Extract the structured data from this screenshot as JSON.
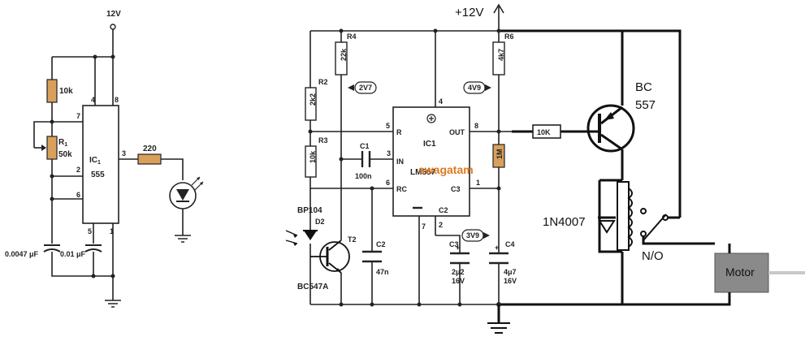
{
  "left_circuit": {
    "supply": "12V",
    "ic_name": "IC",
    "ic_sub": "1",
    "ic_part": "555",
    "pins": {
      "p4": "4",
      "p8": "8",
      "p7": "7",
      "p2": "2",
      "p6": "6",
      "p5": "5",
      "p1": "1",
      "p3": "3"
    },
    "r_top": "10k",
    "r1_label": "R",
    "r1_sub": "1",
    "r1_value": "50k",
    "r_out": "220",
    "c1": "0.0047 μF",
    "c2": "0.01 μF"
  },
  "right_circuit": {
    "supply": "+12V",
    "ic_name": "IC1",
    "ic_part": "LM567",
    "watermark": "swagatam",
    "pins": {
      "r": "R",
      "in": "IN",
      "rc": "RC",
      "out": "OUT",
      "c3": "C3",
      "c2": "C2",
      "p4": "4",
      "p5": "5",
      "p3": "3",
      "p6": "6",
      "p8": "8",
      "p1": "1",
      "p2": "2",
      "p7": "7"
    },
    "r4_name": "R4",
    "r4_value": "22k",
    "r2_name": "R2",
    "r2_value": "2k2",
    "r3_name": "R3",
    "r3_value": "10k",
    "r6_name": "R6",
    "r6_value": "4k7",
    "r5_value": "1M",
    "c1_name": "C1",
    "c1_value": "100n",
    "c2_name": "C2",
    "c2_value": "47n",
    "c3_name": "C3",
    "c3_value": "2μ2",
    "c3_voltage": "16V",
    "c4_name": "C4",
    "c4_value": "4μ7",
    "c4_voltage": "16V",
    "v_2v7": "2V7",
    "v_4v9": "4V9",
    "v_3v9": "3V9",
    "photodiode": "BP104",
    "d2": "D2",
    "transistor": "BC547A",
    "t2": "T2",
    "base_resistor": "10K",
    "pnp_line1": "BC",
    "pnp_line2": "557",
    "diode": "1N4007",
    "contact": "N/O",
    "motor": "Motor"
  }
}
